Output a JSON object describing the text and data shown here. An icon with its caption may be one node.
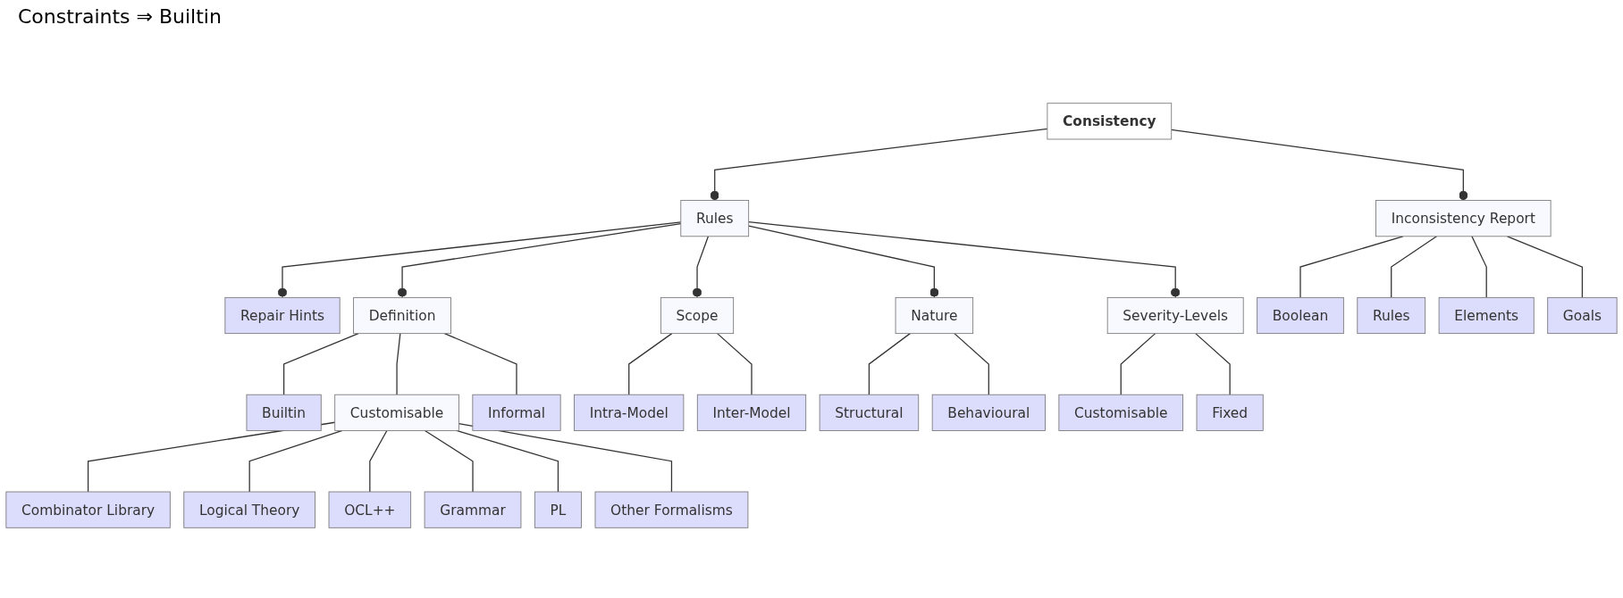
{
  "diagram": {
    "nodes": [
      {
        "text": [
          "Consistency"
        ]
      },
      {
        "text": [
          "Repair Hints"
        ]
      },
      {
        "text": [
          "Rules"
        ]
      },
      {
        "text": [
          "Inconsistency Report"
        ]
      },
      {
        "text": [
          "Definition"
        ]
      },
      {
        "text": [
          "Builtin"
        ]
      },
      {
        "text": [
          "Customisable"
        ]
      },
      {
        "text": [
          "Informal"
        ]
      },
      {
        "text": [
          "Combinator Library"
        ]
      },
      {
        "text": [
          "Logical Theory"
        ]
      },
      {
        "text": [
          "OCL++"
        ]
      },
      {
        "text": [
          "Grammar"
        ]
      },
      {
        "text": [
          "PL"
        ]
      },
      {
        "text": [
          "Other Formalisms"
        ]
      },
      {
        "text": [
          "Boolean"
        ]
      },
      {
        "text": [
          "Rules"
        ]
      },
      {
        "text": [
          "Elements"
        ]
      },
      {
        "text": [
          "Goals"
        ]
      },
      {
        "text": [
          "Scope"
        ]
      },
      {
        "text": [
          "Nature"
        ]
      },
      {
        "text": [
          "Severity-Levels"
        ]
      },
      {
        "text": [
          "Intra-Model"
        ]
      },
      {
        "text": [
          "Inter-Model"
        ]
      },
      {
        "text": [
          "Structural"
        ]
      },
      {
        "text": [
          "Behavioural"
        ]
      },
      {
        "text": [
          "Customisable"
        ]
      },
      {
        "text": [
          "Fixed"
        ]
      }
    ],
    "edges": [
      {
        "from": 0,
        "to": 2,
        "arrow": "other"
      },
      {
        "from": 0,
        "to": 3,
        "arrow": "other"
      },
      {
        "from": 2,
        "to": 1,
        "arrow": "other"
      },
      {
        "from": 2,
        "to": 4,
        "arrow": "other"
      },
      {
        "from": 4,
        "to": 5,
        "arrow": "none"
      },
      {
        "from": 4,
        "to": 6,
        "arrow": "none"
      },
      {
        "from": 4,
        "to": 7,
        "arrow": "none"
      },
      {
        "from": 6,
        "to": 8,
        "arrow": "none"
      },
      {
        "from": 6,
        "to": 9,
        "arrow": "none"
      },
      {
        "from": 6,
        "to": 10,
        "arrow": "none"
      },
      {
        "from": 6,
        "to": 11,
        "arrow": "none"
      },
      {
        "from": 6,
        "to": 12,
        "arrow": "none"
      },
      {
        "from": 6,
        "to": 13,
        "arrow": "none"
      },
      {
        "from": 3,
        "to": 14,
        "arrow": "none"
      },
      {
        "from": 3,
        "to": 15,
        "arrow": "none"
      },
      {
        "from": 3,
        "to": 16,
        "arrow": "none"
      },
      {
        "from": 3,
        "to": 17,
        "arrow": "none"
      },
      {
        "from": 2,
        "to": 18,
        "arrow": "other"
      },
      {
        "from": 2,
        "to": 19,
        "arrow": "other"
      },
      {
        "from": 2,
        "to": 20,
        "arrow": "other"
      },
      {
        "from": 18,
        "to": 21,
        "arrow": "none"
      },
      {
        "from": 18,
        "to": 22,
        "arrow": "none"
      },
      {
        "from": 19,
        "to": 23,
        "arrow": "none"
      },
      {
        "from": 19,
        "to": 24,
        "arrow": "none"
      },
      {
        "from": 20,
        "to": 25,
        "arrow": "none"
      },
      {
        "from": 20,
        "to": 26,
        "arrow": "none"
      }
    ],
    "labels": [
      "Constraints ⇒ Builtin"
    ]
  }
}
